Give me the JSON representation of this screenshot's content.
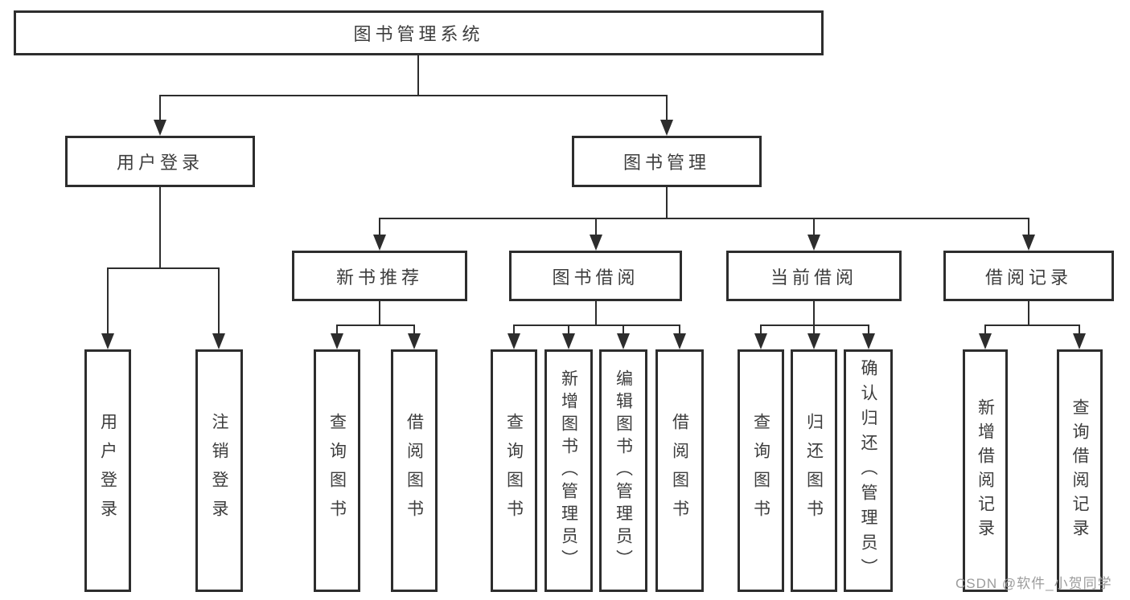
{
  "diagram": {
    "title": "图书管理系统",
    "nodes": {
      "root": {
        "label": "图书管理系统"
      },
      "user_login": {
        "label": "用户登录"
      },
      "book_management": {
        "label": "图书管理"
      },
      "new_book_recommendation": {
        "label": "新书推荐"
      },
      "book_borrowing": {
        "label": "图书借阅"
      },
      "current_borrowing": {
        "label": "当前借阅"
      },
      "borrowing_records": {
        "label": "借阅记录"
      },
      "user_login_leaf": {
        "label": "用户登录"
      },
      "logout_leaf": {
        "label": "注销登录"
      },
      "query_books_recommend": {
        "label": "查询图书"
      },
      "borrow_books_recommend": {
        "label": "借阅图书"
      },
      "query_books_borrowing": {
        "label": "查询图书"
      },
      "add_books_admin": {
        "label": "新增图书（管理员）"
      },
      "edit_books_admin": {
        "label": "编辑图书（管理员）"
      },
      "borrow_books_borrowing": {
        "label": "借阅图书"
      },
      "query_books_current": {
        "label": "查询图书"
      },
      "return_books": {
        "label": "归还图书"
      },
      "confirm_return_admin": {
        "label": "确认归还（管理员）"
      },
      "add_borrow_record": {
        "label": "新增借阅记录"
      },
      "query_borrow_record": {
        "label": "查询借阅记录"
      }
    },
    "colors": {
      "line": "#2d2d2d",
      "text": "#3d3d3d",
      "background": "#ffffff",
      "watermark": "#9c9c9c"
    }
  },
  "watermark": {
    "text": "CSDN @软件_小贺同学"
  }
}
